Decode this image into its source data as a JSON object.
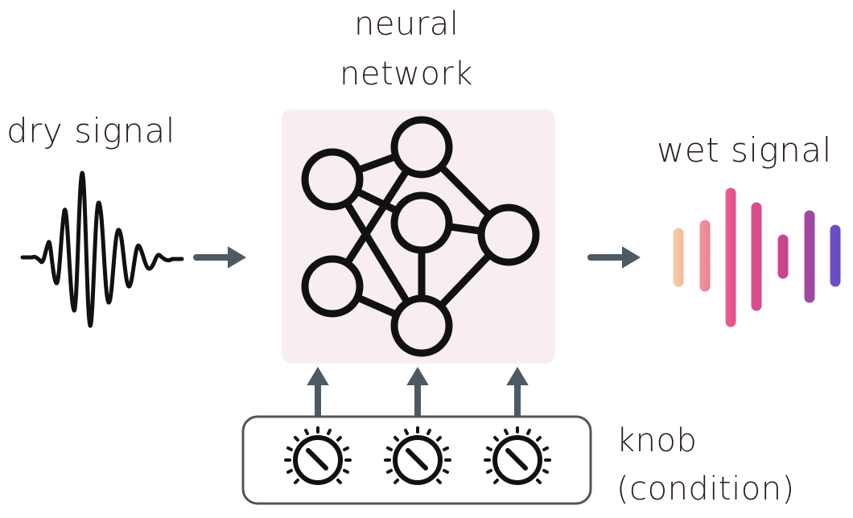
{
  "labels": {
    "network_line1": "neural",
    "network_line2": "network",
    "dry": "dry signal",
    "wet": "wet signal",
    "knob_line1": "knob",
    "knob_line2": "(condition)"
  },
  "colors": {
    "ink": "#111111",
    "arrow": "#4d5a63",
    "network_panel": "#f8eef2",
    "wet_gradient": [
      "#f3c9a8",
      "#e0467e",
      "#5a4fcf"
    ]
  },
  "icons": {
    "dry_signal": "waveform-icon",
    "wet_signal": "gradient-bars-icon",
    "network": "neural-network-icon",
    "knob": "knob-icon"
  },
  "knob_count": 3
}
